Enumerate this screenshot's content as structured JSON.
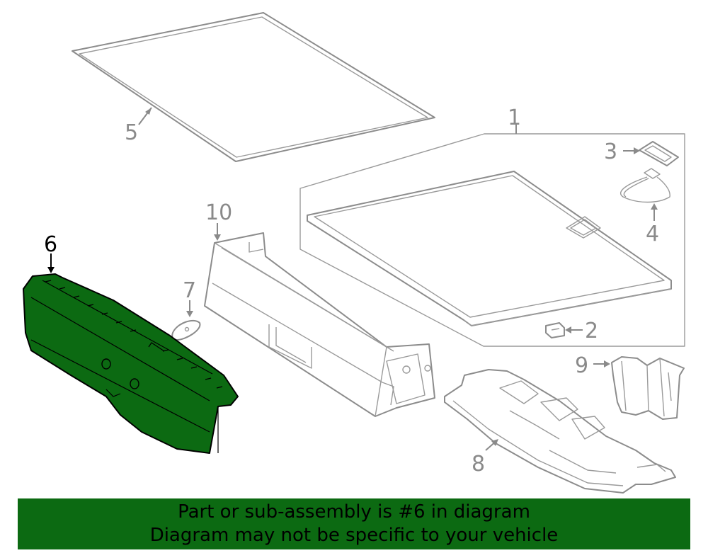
{
  "diagram": {
    "highlight_color": "#0c6a12",
    "line_color": "#8c8c8c",
    "callouts": {
      "c1": "1",
      "c2": "2",
      "c3": "3",
      "c4": "4",
      "c5": "5",
      "c6": "6",
      "c7": "7",
      "c8": "8",
      "c9": "9",
      "c10": "10"
    },
    "highlighted_part": "6"
  },
  "banner": {
    "line1": "Part or sub-assembly is #6 in diagram",
    "line2": "Diagram may not be specific to your vehicle",
    "background": "#0c6a12"
  }
}
